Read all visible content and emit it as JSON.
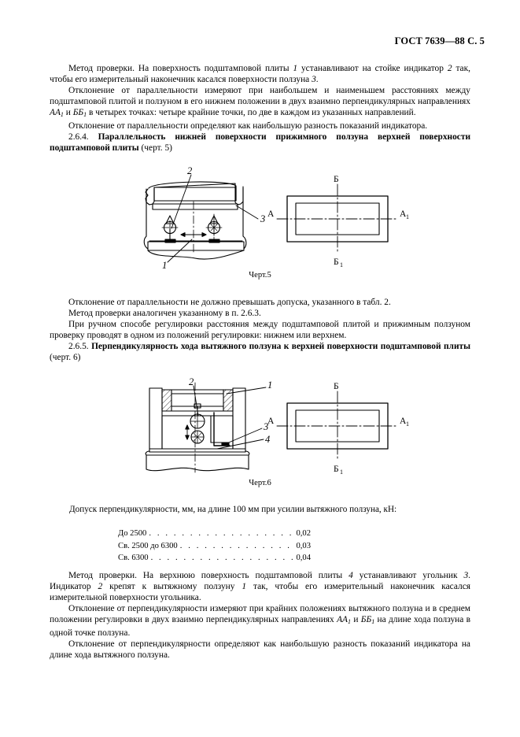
{
  "header": {
    "standard": "ГОСТ 7639—88 С. 5"
  },
  "body": {
    "para1": "Метод проверки.  На поверхность подштамповой плиты ",
    "para1_ref1": "1",
    "para1_b": " устанавливают на стойке индикатор ",
    "para1_ref2": "2",
    "para1_c": " так, чтобы его измерительный наконечник касался поверхности ползуна ",
    "para1_ref3": "3",
    "para1_d": ".",
    "para2_a": "Отклонение от параллельности измеряют при наибольшем и наименьшем расстояниях между подштамповой плитой и ползуном в его нижнем положении в двух взаимно перпендикулярных направлениях ",
    "para2_aa1": "АА",
    "para2_sub1": "1",
    "para2_and": " и ",
    "para2_bb1": "ББ",
    "para2_sub2": "1",
    "para2_b": " в четырех точках: четыре крайние точки, по две в каждом из указанных направлений.",
    "para3": "Отклонение от параллельности определяют как наибольшую разность показаний индикатора.",
    "para4_num": "2.6.4.  ",
    "para4_bold": "Параллельность нижней поверхности прижимного ползуна верхней поверхности подштамповой плиты",
    "para4_tail": " (черт. 5)",
    "para5": "Отклонение от параллельности не должно превышать допуска, указанного в табл. 2.",
    "para6": "Метод проверки аналогичен указанному в п. 2.6.3.",
    "para7": "При ручном способе регулировки расстояния между подштамповой плитой и прижимным ползуном проверку проводят в одном из положений регулировки: нижнем или верхнем.",
    "para8_num": "2.6.5.  ",
    "para8_bold": "Перпендикулярность хода вытяжного ползуна к верхней поверхности подштамповой плиты",
    "para8_tail": " (черт. 6)",
    "para9_a": "Метод проверки.  На верхнюю поверхность подштамповой плиты ",
    "para9_ref1": "4",
    "para9_b": " устанавливают угольник ",
    "para9_ref2": "3",
    "para9_c": ". Индикатор ",
    "para9_ref3": "2",
    "para9_d": " крепят к вытяжному ползуну ",
    "para9_ref4": "1",
    "para9_e": " так, чтобы его измерительный наконечник касался измерительной поверхности угольника.",
    "para10_a": "Отклонение от перпендикулярности измеряют при крайних положениях вытяжного ползуна и в среднем положении регулировки в двух взаимно перпендикулярных направлениях ",
    "para10_aa1": "АА",
    "para10_sub1": "1",
    "para10_and": " и ",
    "para10_bb1": "ББ",
    "para10_sub2": "1",
    "para10_b": " на длине хода ползуна в одной точке ползуна.",
    "para11": "Отклонение от перпендикулярности определяют как наибольшую разность показаний индикатора на длине хода вытяжного ползуна."
  },
  "figure5": {
    "caption": "Черт.5",
    "callouts": [
      "1",
      "2",
      "3"
    ],
    "axis_labels": {
      "a": "А",
      "a1": "А",
      "a1_sub": "1",
      "b": "Б",
      "b1": "Б",
      "b1_sub": "1"
    }
  },
  "figure6": {
    "caption": "Черт.6",
    "callouts": [
      "1",
      "2",
      "3",
      "4"
    ],
    "axis_labels": {
      "a": "А",
      "a1": "А",
      "a1_sub": "1",
      "b": "Б",
      "b1": "Б",
      "b1_sub": "1"
    }
  },
  "tolerance": {
    "intro": "Допуск перпендикулярности, мм, на длине 100 мм при усилии вытяжного  ползуна, кН:",
    "leader": ". . . . . . . . . . . . . . . . . . . . . . . . . . . . . . . . . . . . . . . . . . . . . . . . . . . . . . . .",
    "rows": [
      {
        "label": "До 2500",
        "value": "0,02"
      },
      {
        "label": "Св. 2500 до 6300",
        "value": "0,03"
      },
      {
        "label": "Св. 6300",
        "value": "0,04"
      }
    ]
  },
  "colors": {
    "ink": "#000000",
    "paper": "#ffffff"
  }
}
